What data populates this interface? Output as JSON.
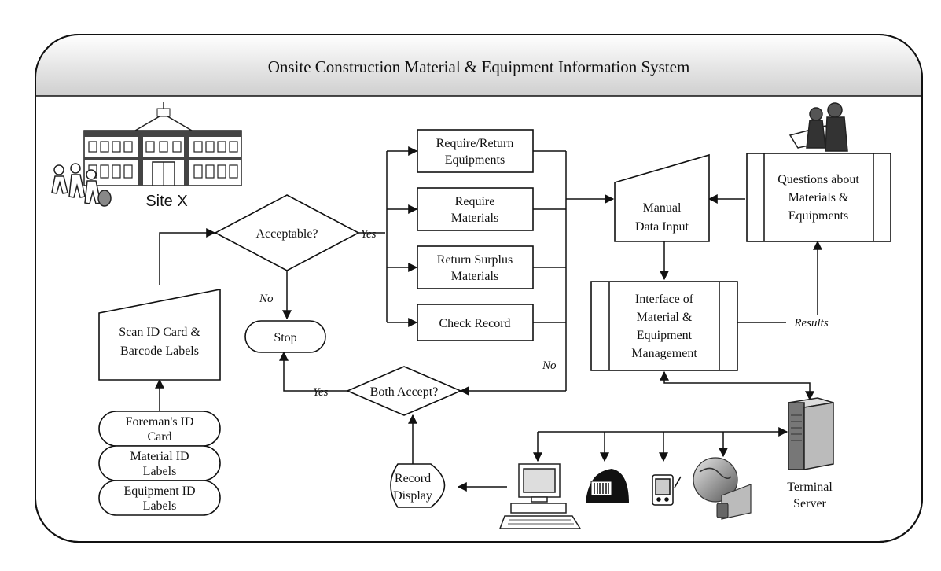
{
  "title": "Onsite Construction Material & Equipment Information System",
  "site_label": "Site X",
  "nodes": {
    "scan": [
      "Scan ID Card &",
      "Barcode Labels"
    ],
    "foreman": [
      "Foreman's ID",
      "Card"
    ],
    "material_labels": [
      "Material ID",
      "Labels"
    ],
    "equipment_labels": [
      "Equipment ID",
      "Labels"
    ],
    "acceptable": "Acceptable?",
    "stop": "Stop",
    "require_equipments": [
      "Require/Return",
      "Equipments"
    ],
    "require_materials": [
      "Require",
      "Materials"
    ],
    "return_surplus": [
      "Return Surplus",
      "Materials"
    ],
    "check_record": "Check Record",
    "manual_input": [
      "Manual",
      "Data Input"
    ],
    "questions": [
      "Questions about",
      "Materials &",
      "Equipments"
    ],
    "interface": [
      "Interface of",
      "Material &",
      "Equipment",
      "Management"
    ],
    "both_accept": "Both Accept?",
    "record_display": [
      "Record",
      "Display"
    ],
    "terminal_server": [
      "Terminal",
      "Server"
    ]
  },
  "edge_labels": {
    "yes_acceptable": "Yes",
    "no_acceptable": "No",
    "yes_both": "Yes",
    "no_both": "No",
    "results": "Results"
  },
  "icons": [
    "building-icon",
    "workers-icon",
    "engineers-icon",
    "computer-icon",
    "barcode-scanner-icon",
    "pda-icon",
    "globe-icon",
    "server-icon"
  ]
}
